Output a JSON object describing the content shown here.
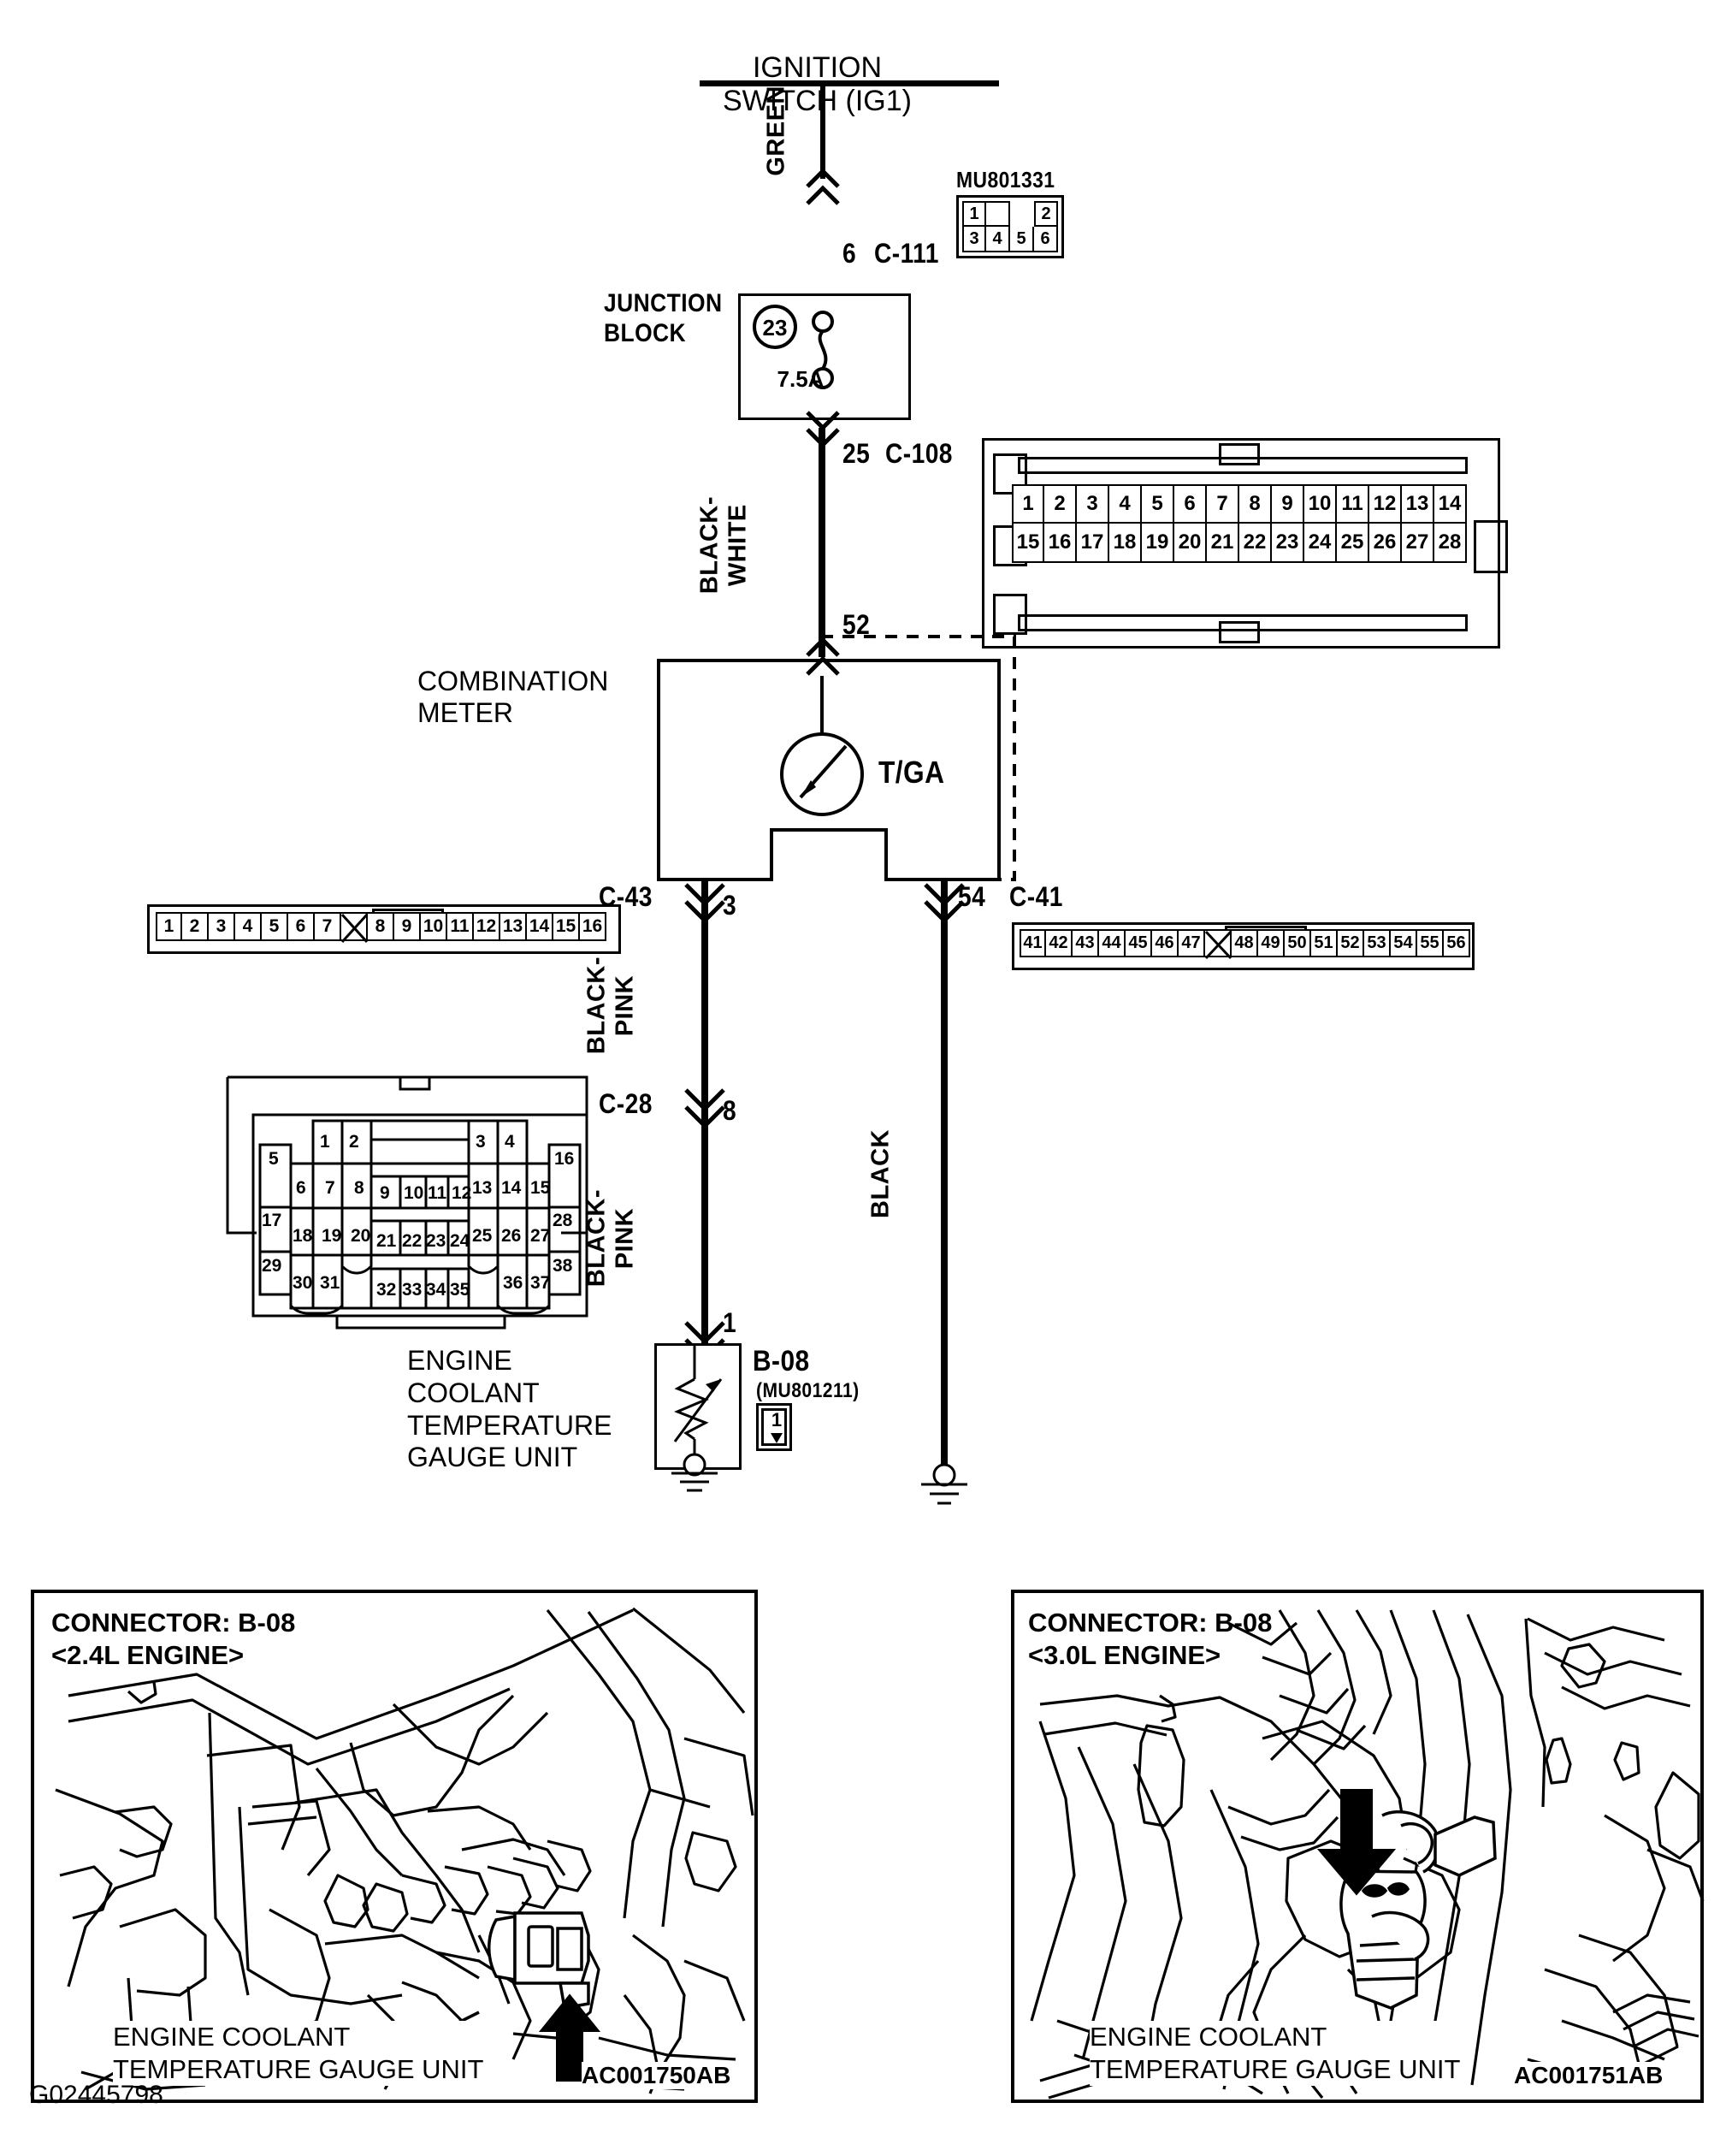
{
  "diagram": {
    "id_code": "G02445798",
    "title_top": "IGNITION\nSWITCH (IG1)",
    "junction_block_label": "JUNCTION\nBLOCK",
    "fuse_number": "23",
    "fuse_rating": "7.5A",
    "combination_meter_label": "COMBINATION\nMETER",
    "gauge_symbol_label": "T/GA",
    "ect_gauge_unit_label": "ENGINE\nCOOLANT\nTEMPERATURE\nGAUGE UNIT"
  },
  "wires": {
    "green": "GREEN",
    "black_white": "BLACK-\nWHITE",
    "black_pink_upper": "BLACK-\nPINK",
    "black_pink_lower": "BLACK-\nPINK",
    "black": "BLACK"
  },
  "junctions": {
    "c111": {
      "pin": "6",
      "name": "C-111"
    },
    "c108": {
      "pin": "25",
      "name": "C-108"
    },
    "meter_in": {
      "pin": "52"
    },
    "c43": {
      "pin": "3",
      "name": "C-43"
    },
    "c41": {
      "pin": "54",
      "name": "C-41"
    },
    "c28": {
      "pin": "8",
      "name": "C-28"
    },
    "b08": {
      "pin": "1",
      "name": "B-08",
      "part": "(MU801211)",
      "cavity": "1"
    }
  },
  "connectors": {
    "mu801331": {
      "part_no": "MU801331",
      "row_top": [
        "1",
        "",
        "",
        "2"
      ],
      "row_bottom": [
        "3",
        "4",
        "5",
        "6"
      ]
    },
    "c108": {
      "row_top": [
        "1",
        "2",
        "3",
        "4",
        "5",
        "6",
        "7",
        "8",
        "9",
        "10",
        "11",
        "12",
        "13",
        "14"
      ],
      "row_bottom": [
        "15",
        "16",
        "17",
        "18",
        "19",
        "20",
        "21",
        "22",
        "23",
        "24",
        "25",
        "26",
        "27",
        "28"
      ]
    },
    "c43": {
      "cells": [
        "1",
        "2",
        "3",
        "4",
        "5",
        "6",
        "7",
        "X",
        "8",
        "9",
        "10",
        "11",
        "12",
        "13",
        "14",
        "15",
        "16"
      ]
    },
    "c41": {
      "cells": [
        "41",
        "42",
        "43",
        "44",
        "45",
        "46",
        "47",
        "X",
        "48",
        "49",
        "50",
        "51",
        "52",
        "53",
        "54",
        "55",
        "56"
      ]
    },
    "c28": {
      "rows": {
        "r1": [
          "1",
          "2",
          "3",
          "4"
        ],
        "r2_left": [
          "5"
        ],
        "r2": [
          "6",
          "7",
          "8",
          "9",
          "10",
          "11",
          "12",
          "13",
          "14",
          "15"
        ],
        "r2_right": [
          "16"
        ],
        "r3_left": [
          "17"
        ],
        "r3": [
          "18",
          "19",
          "20",
          "21",
          "22",
          "23",
          "24",
          "25",
          "26",
          "27"
        ],
        "r3_right": [
          "28"
        ],
        "r4_left": [
          "29"
        ],
        "r4": [
          "30",
          "31",
          "32",
          "33",
          "34",
          "35",
          "36",
          "37"
        ],
        "r4_right": [
          "38"
        ]
      }
    }
  },
  "photos": [
    {
      "title": "CONNECTOR: B-08\n<2.4L ENGINE>",
      "caption": "ENGINE COOLANT\nTEMPERATURE GAUGE UNIT",
      "id": "AC001750AB"
    },
    {
      "title": "CONNECTOR: B-08\n<3.0L ENGINE>",
      "caption": "ENGINE COOLANT\nTEMPERATURE GAUGE UNIT",
      "id": "AC001751AB"
    }
  ]
}
